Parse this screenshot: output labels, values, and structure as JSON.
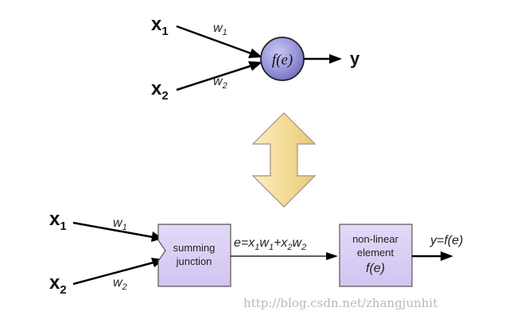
{
  "top_neuron": {
    "input1": {
      "main": "x",
      "sub": "1"
    },
    "input2": {
      "main": "x",
      "sub": "2"
    },
    "weight1": {
      "main": "w",
      "sub": "1"
    },
    "weight2": {
      "main": "w",
      "sub": "2"
    },
    "node_label": "f(e)",
    "output": "y"
  },
  "bottom_block": {
    "input1": {
      "main": "x",
      "sub": "1"
    },
    "input2": {
      "main": "x",
      "sub": "2"
    },
    "weight1": {
      "main": "w",
      "sub": "1"
    },
    "weight2": {
      "main": "w",
      "sub": "2"
    },
    "summing_box": {
      "line1": "summing",
      "line2": "junction"
    },
    "sum_expr": {
      "p1": "e=x",
      "s1": "1",
      "p2": "w",
      "s2": "1",
      "p3": "+x",
      "s3": "2",
      "p4": "w",
      "s4": "2"
    },
    "nonlinear_box": {
      "line1": "non-linear",
      "line2": "element",
      "line3": "f(e)"
    },
    "output": "y=f(e)"
  },
  "watermark": "http://blog.csdn.net/zhangjunhit",
  "colors": {
    "node_fill": "#9a97dc",
    "box_fill": "#d9cdf4",
    "arrow_fill": "#f7e0a2",
    "arrow_stroke": "#9b8f78"
  }
}
